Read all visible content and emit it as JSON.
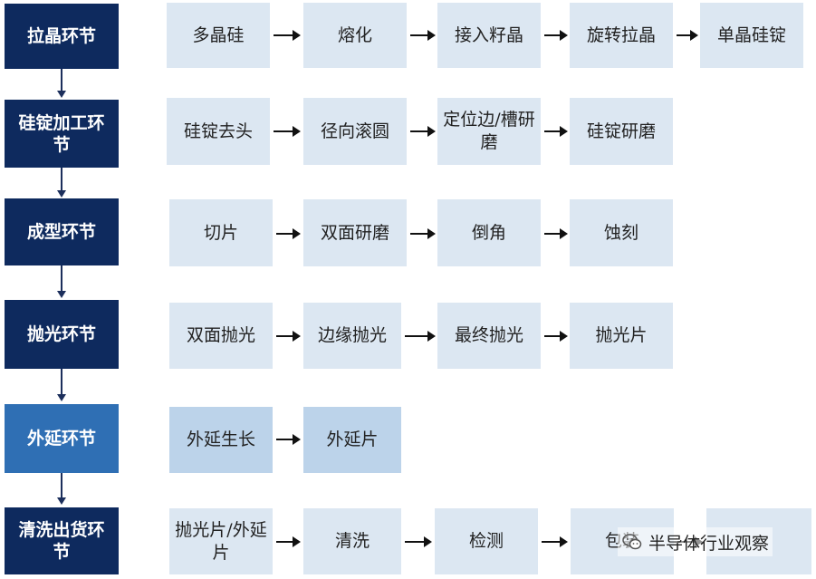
{
  "stages": [
    {
      "label": "拉晶环节",
      "steps": [
        "多晶硅",
        "熔化",
        "接入籽晶",
        "旋转拉晶",
        "单晶硅锭"
      ]
    },
    {
      "label": "硅锭加工环节",
      "steps": [
        "硅锭去头",
        "径向滚圆",
        "定位边/槽研磨",
        "硅锭研磨"
      ]
    },
    {
      "label": "成型环节",
      "steps": [
        "切片",
        "双面研磨",
        "倒角",
        "蚀刻"
      ]
    },
    {
      "label": "抛光环节",
      "steps": [
        "双面抛光",
        "边缘抛光",
        "最终抛光",
        "抛光片"
      ]
    },
    {
      "label": "外延环节",
      "steps": [
        "外延生长",
        "外延片"
      ]
    },
    {
      "label": "清洗出货环节",
      "steps": [
        "抛光片/外延片",
        "清洗",
        "检测",
        "包装",
        ""
      ]
    }
  ],
  "watermark": {
    "text": "半导体行业观察",
    "icon": "wechat-icon"
  },
  "colors": {
    "stage_dark": "#0e2a5e",
    "stage_light": "#2f6fb4",
    "step_bg": "#dce7f2",
    "step_highlight": "#bcd3ea",
    "arrow": "#111111"
  }
}
